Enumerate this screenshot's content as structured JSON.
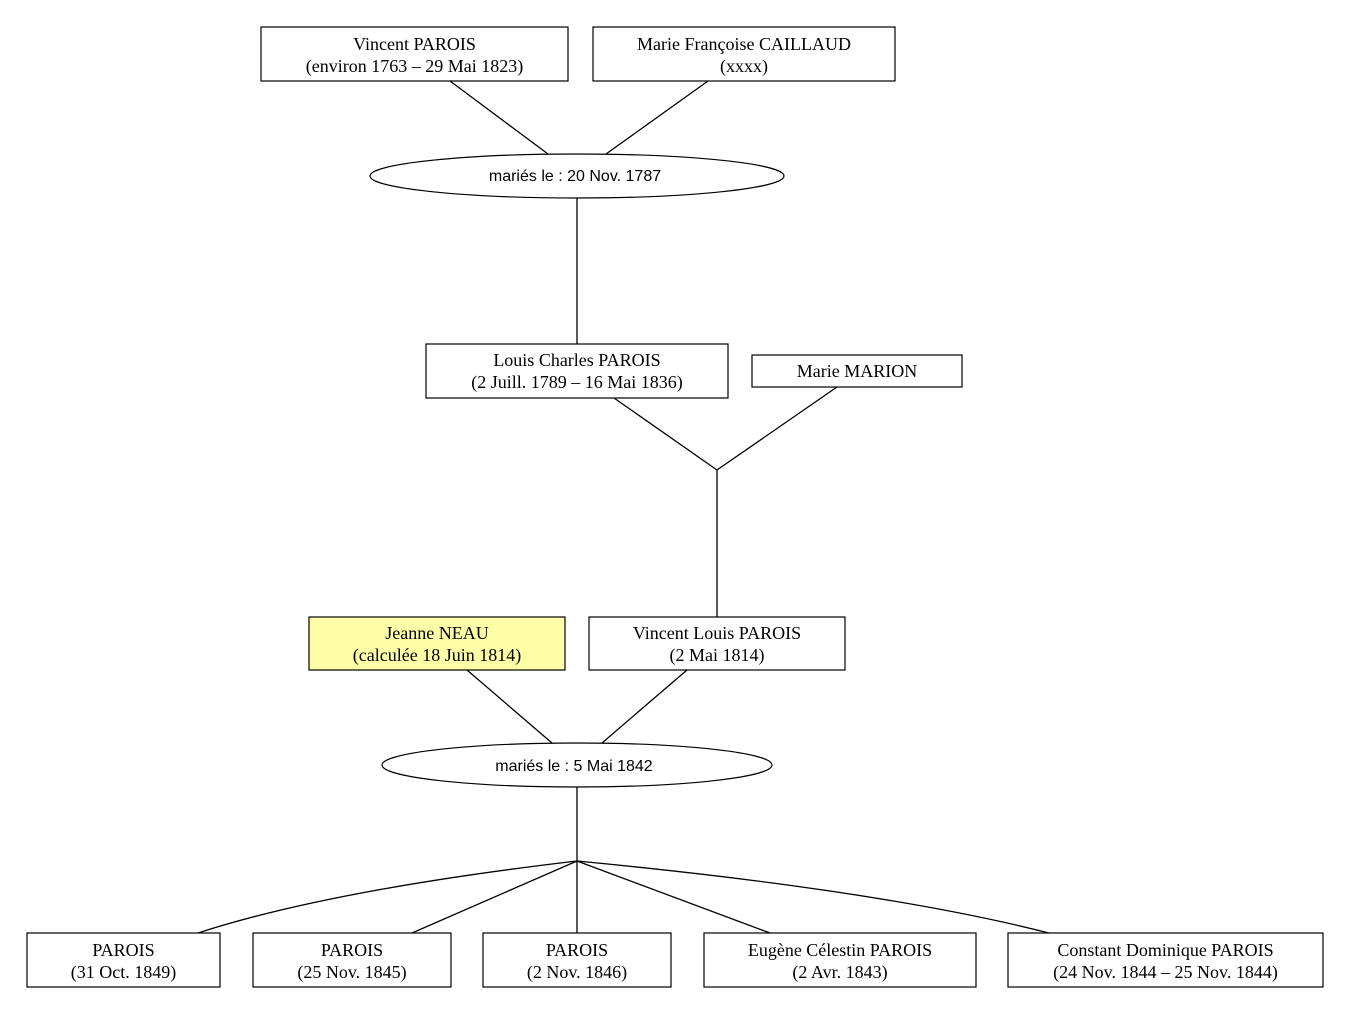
{
  "colors": {
    "box_fill": "#ffffff",
    "highlight_fill": "#ffffa8",
    "stroke": "#000000"
  },
  "people": {
    "vincent_parois_sr": {
      "name": "Vincent PAROIS",
      "dates": "(environ 1763 – 29 Mai 1823)"
    },
    "marie_francoise_caillaud": {
      "name": "Marie Françoise CAILLAUD",
      "dates": "(xxxx)"
    },
    "louis_charles_parois": {
      "name": "Louis Charles PAROIS",
      "dates": "(2 Juill. 1789 – 16 Mai 1836)"
    },
    "marie_marion": {
      "name": "Marie MARION",
      "dates": ""
    },
    "jeanne_neau": {
      "name": "Jeanne NEAU",
      "dates": "(calculée 18 Juin 1814)",
      "highlighted": true
    },
    "vincent_louis_parois": {
      "name": "Vincent Louis PAROIS",
      "dates": "(2 Mai 1814)"
    },
    "child_1": {
      "name": "PAROIS",
      "dates": "(31 Oct. 1849)"
    },
    "child_2": {
      "name": "PAROIS",
      "dates": "(25 Nov. 1845)"
    },
    "child_3": {
      "name": "PAROIS",
      "dates": "(2 Nov. 1846)"
    },
    "child_4": {
      "name": "Eugène Célestin PAROIS",
      "dates": "(2 Avr. 1843)"
    },
    "child_5": {
      "name": "Constant Dominique PAROIS",
      "dates": "(24 Nov. 1844 – 25 Nov. 1844)"
    }
  },
  "unions": {
    "union_1787": {
      "label": "mariés le : 20 Nov. 1787"
    },
    "union_1842": {
      "label": "mariés le : 5 Mai 1842"
    }
  }
}
